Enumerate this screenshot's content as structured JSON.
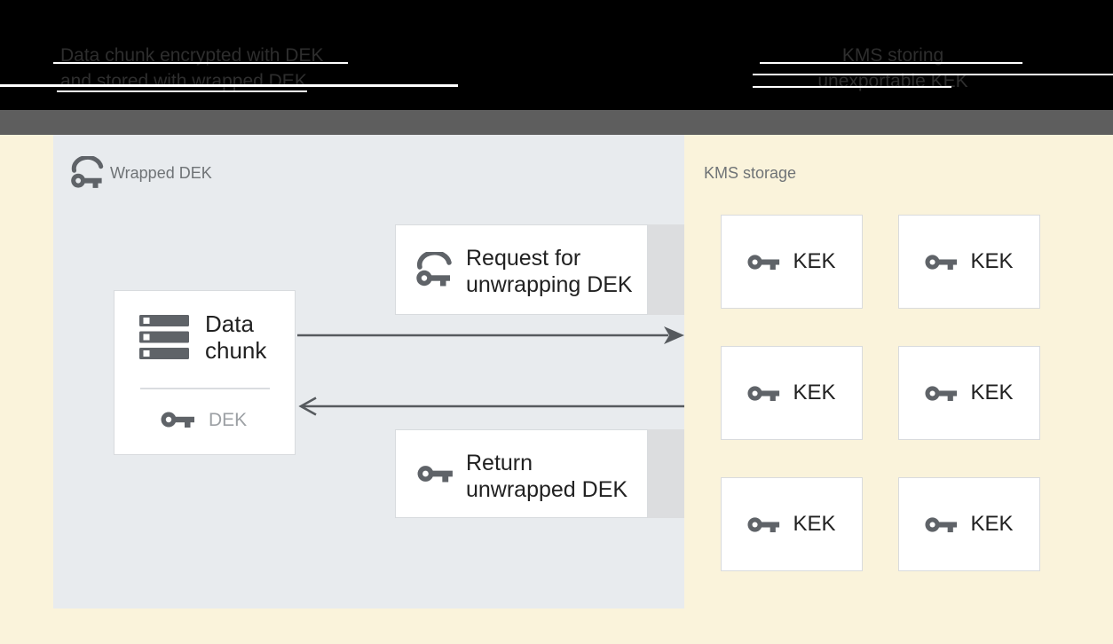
{
  "palette": {
    "black_band": "#000000",
    "caption_text": "#2E2E2E",
    "gray_band": "#5E5E5E",
    "cream_background": "#FAF3DB",
    "panel_background": "#E8EBEE",
    "box_background": "#FFFFFF",
    "box_border": "#D8DBDE",
    "box_shadow_strip": "#DCDDDF",
    "icon_gray": "#5F6368",
    "dark_text": "#212121",
    "muted_label_text": "#6F7376",
    "dek_text": "#9CA0A4",
    "arrow_color": "#565A5E"
  },
  "header": {
    "left_caption_line1": "Data chunk encrypted with DEK",
    "left_caption_line2": "and stored with wrapped DEK",
    "right_caption_line1": "KMS storing",
    "right_caption_line2": "unexportable KEK"
  },
  "left_panel": {
    "label": "Wrapped DEK",
    "label_icon": "wrapped-key-icon",
    "data_chunk_box": {
      "title": "Data chunk",
      "title_icon": "data-chunk-icon",
      "key_icon": "key-icon",
      "key_label": "DEK"
    },
    "request_box": {
      "icon": "wrapped-key-icon",
      "line1": "Request for",
      "line2": "unwrapping DEK"
    },
    "return_box": {
      "icon": "key-icon",
      "line1": "Return",
      "line2": "unwrapped DEK"
    }
  },
  "kms_panel": {
    "label": "KMS storage",
    "kek_boxes": [
      {
        "icon": "key-icon",
        "label": "KEK"
      },
      {
        "icon": "key-icon",
        "label": "KEK"
      },
      {
        "icon": "key-icon",
        "label": "KEK"
      },
      {
        "icon": "key-icon",
        "label": "KEK"
      },
      {
        "icon": "key-icon",
        "label": "KEK"
      },
      {
        "icon": "key-icon",
        "label": "KEK"
      }
    ]
  },
  "arrows": [
    {
      "name": "request-arrow",
      "direction": "right"
    },
    {
      "name": "return-arrow",
      "direction": "left"
    }
  ]
}
